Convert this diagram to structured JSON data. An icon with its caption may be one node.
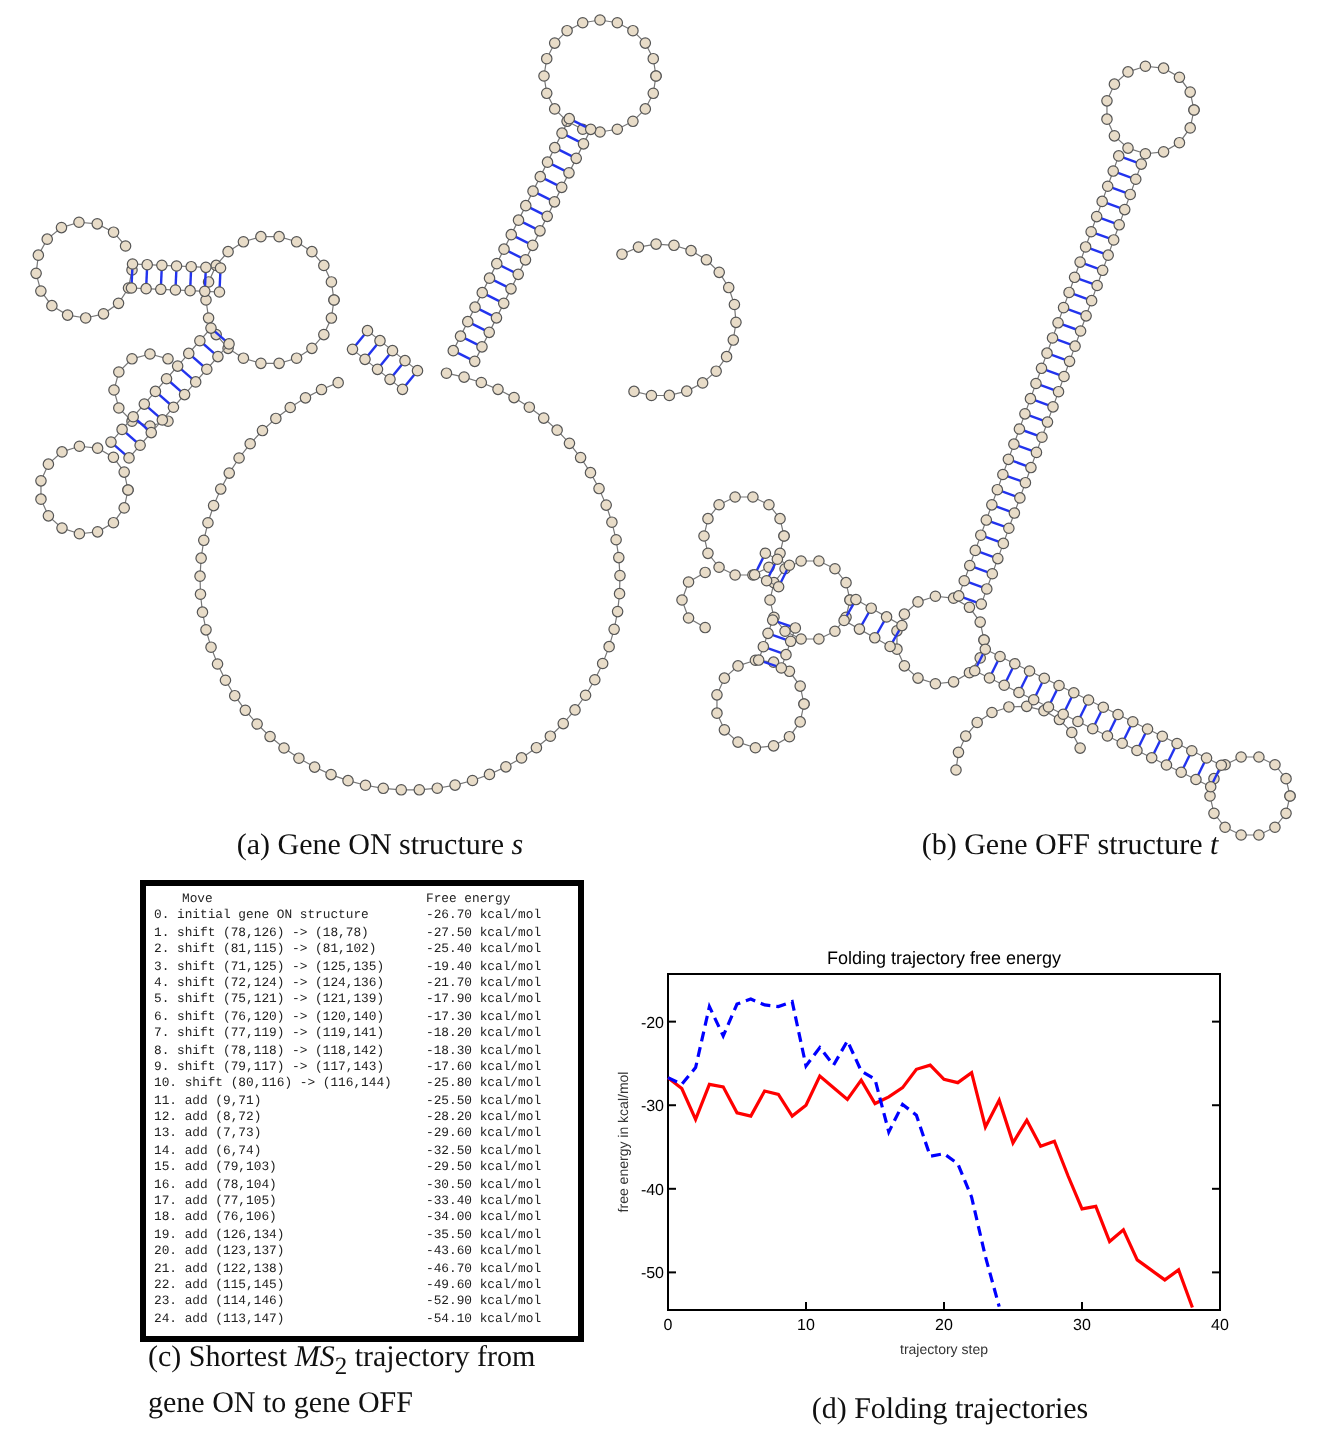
{
  "diagram": {
    "labels": [
      "(a) Gene ON structure *s*",
      "(b) Gene OFF structure *t*",
      "Move",
      "Free energy",
      "0. initial gene ON structure",
      "-26.70 kcal/mol",
      "1. shift (78,126) -> (18,78)",
      "-27.50 kcal/mol",
      "2. shift (81,115) -> (81,102)",
      "-25.40 kcal/mol",
      "3. shift (71,125) -> (125,135)",
      "-19.40 kcal/mol",
      "4. shift (72,124) -> (124,136)",
      "-21.70 kcal/mol",
      "5. shift (75,121) -> (121,139)",
      "-17.90 kcal/mol",
      "6. shift (76,120) -> (120,140)",
      "-17.30 kcal/mol",
      "7. shift (77,119) -> (119,141)",
      "-18.20 kcal/mol",
      "8. shift (78,118) -> (118,142)",
      "-18.30 kcal/mol",
      "9. shift (79,117) -> (117,143)",
      "-17.60 kcal/mol",
      "10. shift (80,116) -> (116,144)",
      "-25.80 kcal/mol",
      "11. add (9,71)",
      "-25.50 kcal/mol",
      "12. add (8,72)",
      "-28.20 kcal/mol",
      "13. add (7,73)",
      "-29.60 kcal/mol",
      "14. add (6,74)",
      "-32.50 kcal/mol",
      "15. add (79,103)",
      "-29.50 kcal/mol",
      "16. add (78,104)",
      "-30.50 kcal/mol",
      "17. add (77,105)",
      "-33.40 kcal/mol",
      "18. add (76,106)",
      "-34.00 kcal/mol",
      "19. add (126,134)",
      "-35.50 kcal/mol",
      "20. add (123,137)",
      "-43.60 kcal/mol",
      "21. add (122,138)",
      "-46.70 kcal/mol",
      "22. add (115,145)",
      "-49.60 kcal/mol",
      "23. add (114,146)",
      "-52.90 kcal/mol",
      "24. add (113,147)",
      "-54.10 kcal/mol",
      "(c) Shortest *MS*$_{2}$ trajectory from gene ON to gene OFF",
      "(d) Folding trajectories"
    ],
    "chart_data": {
      "type": "line",
      "title": "Folding trajectory free energy",
      "xlabel": "trajectory step",
      "ylabel": "free energy in kcal/mol",
      "xlim": [
        0,
        40
      ],
      "ylim": [
        -54.5,
        -14.3
      ],
      "xticks": [
        0,
        10,
        20,
        30,
        40
      ],
      "yticks": [
        -20,
        -30,
        -40,
        -50
      ],
      "x": [
        0,
        1,
        2,
        3,
        4,
        5,
        6,
        7,
        8,
        9,
        10,
        11,
        12,
        13,
        14,
        15,
        16,
        17,
        18,
        19,
        20,
        21,
        22,
        23,
        24,
        25,
        26,
        27,
        28,
        29,
        30,
        31,
        32,
        33,
        34,
        35,
        36,
        37,
        38
      ],
      "series": [
        {
          "color": "#ff0000",
          "line_style": "solid",
          "values": [
            -26.7,
            -28,
            -31.7,
            -27.5,
            -27.8,
            -30.9,
            -31.3,
            -28.3,
            -28.7,
            -31.3,
            -30,
            -26.5,
            -27.9,
            -29.3,
            -27,
            -29.8,
            -29,
            -27.9,
            -25.7,
            -25.2,
            -26.9,
            -27.3,
            -26.1,
            -32.6,
            -29.4,
            -34.5,
            -31.8,
            -34.9,
            -34.3,
            -38.5,
            -42.4,
            -42.1,
            -46.3,
            -44.9,
            -48.5,
            -49.7,
            -50.9,
            -49.7,
            -54.2
          ]
        },
        {
          "color": "#0000ff",
          "line_style": "dashed",
          "values": [
            -26.7,
            -27.5,
            -25.5,
            -18.2,
            -21.7,
            -17.9,
            -17.3,
            -18,
            -18.2,
            -17.6,
            -25.3,
            -23.1,
            -25.2,
            -22.3,
            -25.9,
            -26.9,
            -33.2,
            -29.9,
            -31.2,
            -36.1,
            -35.8,
            -37,
            -41,
            -48.1,
            -54.1,
            null,
            null,
            null,
            null,
            null,
            null,
            null,
            null,
            null,
            null,
            null,
            null,
            null,
            null
          ]
        }
      ]
    }
  }
}
